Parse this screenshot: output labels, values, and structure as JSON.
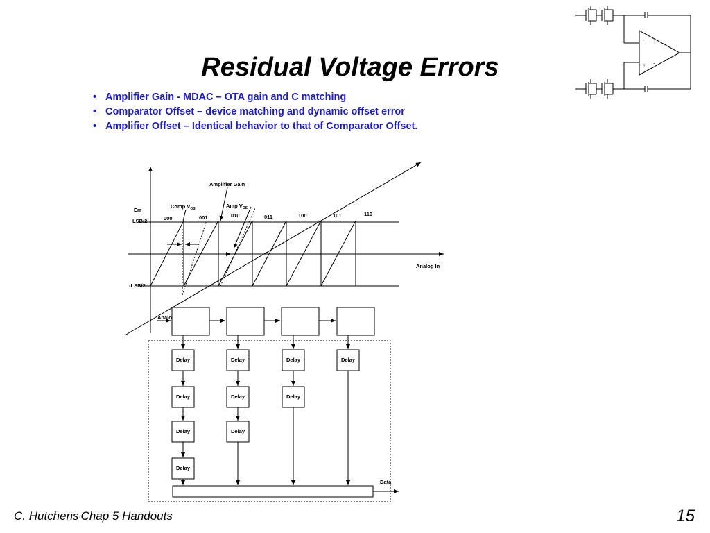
{
  "slide": {
    "title": "Residual Voltage Errors",
    "bullets": [
      "Amplifier Gain  - MDAC – OTA gain and C matching",
      "Comparator Offset – device matching and dynamic offset error",
      "Amplifier Offset – Identical behavior to that of Comparator Offset."
    ],
    "footer": {
      "author": "C. Hutchens",
      "separator": "·",
      "handout": "Chap 5 Handouts"
    },
    "page_number": "15"
  },
  "diagram": {
    "axis_labels": {
      "err": "Err",
      "lsb_pos": "LSB/2",
      "lsb_neg": "-LSB/2",
      "analog_in": "Analog In"
    },
    "annotations": {
      "amplifier_gain": "Amplifier Gain",
      "comp_vos": "Comp V",
      "amp_vos": "Amp V",
      "os_sub": "OS"
    },
    "codes": [
      "000",
      "001",
      "010",
      "011",
      "100",
      "101",
      "110"
    ],
    "pipeline_input": "Analog",
    "delay_label": "Delay",
    "delay_columns": [
      4,
      3,
      2,
      1
    ],
    "output_label": "Data"
  },
  "colors": {
    "title": "#000000",
    "bullet_text": "#1e1ec8",
    "line": "#000000"
  }
}
